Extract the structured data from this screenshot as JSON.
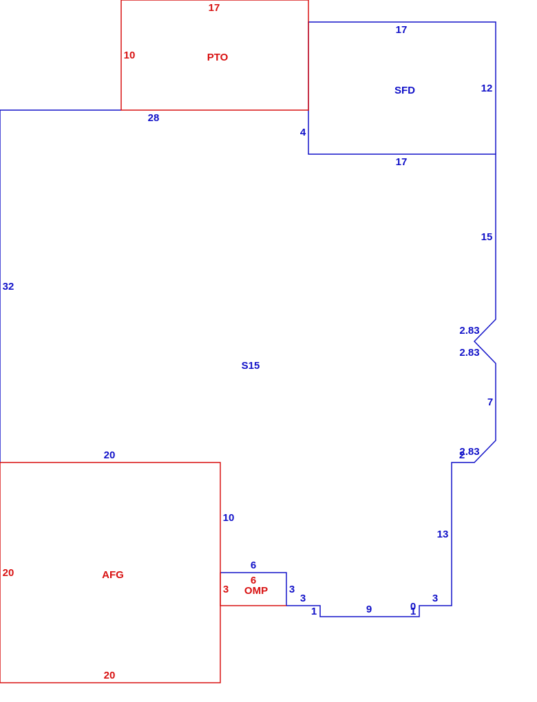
{
  "colors": {
    "blue": "#1010c8",
    "red": "#d81010"
  },
  "areas": {
    "pto": {
      "label": "PTO",
      "dims": {
        "top": "17",
        "left": "10"
      }
    },
    "sfd": {
      "label": "SFD",
      "dims": {
        "top": "17",
        "right": "12",
        "bottom": "17"
      }
    },
    "s15": {
      "label": "S15",
      "dims": {
        "top": "28",
        "step": "4",
        "left": "32",
        "right_upper": "15",
        "diag1": "2.83",
        "diag2": "2.83",
        "right_mid": "7",
        "diag3": "2.83",
        "notch": "2",
        "right_lower": "13",
        "bottom_3a": "3",
        "bottom_1a": "1",
        "bottom_9": "9",
        "bottom_0": "0",
        "bottom_1b": "1",
        "bottom_3b": "3",
        "omp_top": "6",
        "omp_side": "3",
        "afg_side": "10",
        "afg_top": "20"
      }
    },
    "afg": {
      "label": "AFG",
      "dims": {
        "left": "20",
        "bottom": "20"
      }
    },
    "omp": {
      "label": "OMP",
      "dims": {
        "top": "6",
        "left": "3"
      }
    }
  }
}
